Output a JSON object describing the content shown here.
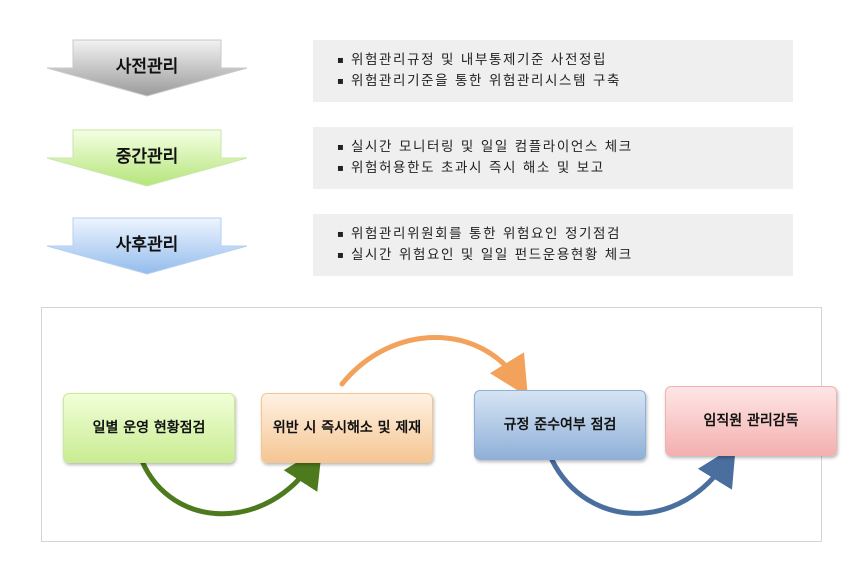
{
  "stages": [
    {
      "title": "사전관리",
      "colors": {
        "light": "#f2f2f2",
        "dark": "#9b9b9b"
      },
      "items": [
        "위험관리규정 및 내부통제기준 사전정립",
        "위험관리기준을 통한 위험관리시스템 구축"
      ]
    },
    {
      "title": "중간관리",
      "colors": {
        "light": "#f4ffe3",
        "dark": "#b5e57a"
      },
      "items": [
        "실시간 모니터링 및 일일 컴플라이언스 체크",
        "위험허용한도 초과시 즉시 해소 및 보고"
      ]
    },
    {
      "title": "사후관리",
      "colors": {
        "light": "#eef5ff",
        "dark": "#93bcec"
      },
      "items": [
        "위험관리위원회를 통한 위험요인 정기점검",
        "실시간 위험요인 및 일일 펀드운용현황 체크"
      ]
    }
  ],
  "flow": {
    "steps": [
      {
        "label": "일별 운영 현황점검",
        "colors": {
          "light": "#f1ffd8",
          "dark": "#c9ec92"
        }
      },
      {
        "label": "위반 시 즉시해소 및 제재",
        "colors": {
          "light": "#fff1e2",
          "dark": "#f5c693"
        }
      },
      {
        "label": "규정 준수여부 점검",
        "colors": {
          "light": "#d6e4f4",
          "dark": "#8fb0d8"
        }
      },
      {
        "label": "임직원 관리감독",
        "colors": {
          "light": "#ffe6e6",
          "dark": "#f3b0b0"
        }
      }
    ],
    "connector_colors": [
      "#4e7a1e",
      "#f2a25a",
      "#4a6f9f"
    ]
  }
}
